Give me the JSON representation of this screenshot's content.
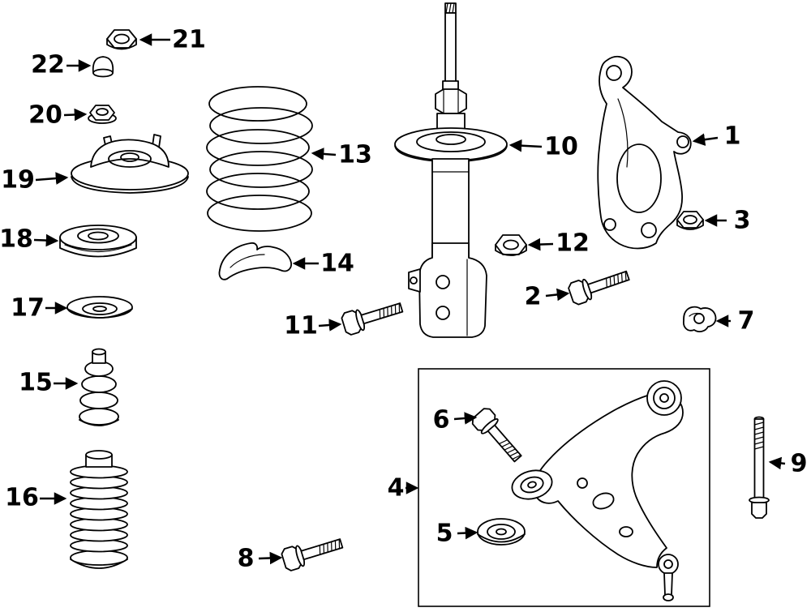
{
  "page": {
    "background": "#ffffff",
    "line_color": "#000000"
  },
  "callouts": {
    "c1": {
      "num": "1"
    },
    "c2": {
      "num": "2"
    },
    "c3": {
      "num": "3"
    },
    "c4": {
      "num": "4"
    },
    "c5": {
      "num": "5"
    },
    "c6": {
      "num": "6"
    },
    "c7": {
      "num": "7"
    },
    "c8": {
      "num": "8"
    },
    "c9": {
      "num": "9"
    },
    "c10": {
      "num": "10"
    },
    "c11": {
      "num": "11"
    },
    "c12": {
      "num": "12"
    },
    "c13": {
      "num": "13"
    },
    "c14": {
      "num": "14"
    },
    "c15": {
      "num": "15"
    },
    "c16": {
      "num": "16"
    },
    "c17": {
      "num": "17"
    },
    "c18": {
      "num": "18"
    },
    "c19": {
      "num": "19"
    },
    "c20": {
      "num": "20"
    },
    "c21": {
      "num": "21"
    },
    "c22": {
      "num": "22"
    }
  },
  "parts": {
    "c1": "steering-knuckle",
    "c2": "knuckle-bolt",
    "c3": "flange-nut",
    "c4": "lower-control-arm-assembly",
    "c5": "control-arm-bushing",
    "c6": "control-arm-bolt",
    "c7": "retainer-clip",
    "c8": "mount-bolt",
    "c9": "long-mount-bolt",
    "c10": "strut-assembly",
    "c11": "strut-bracket-bolt",
    "c12": "strut-nut",
    "c13": "coil-spring",
    "c14": "spring-seat-insulator",
    "c15": "jounce-bumper",
    "c16": "dust-boot",
    "c17": "spring-seat-washer",
    "c18": "strut-bearing",
    "c19": "strut-mount",
    "c20": "mount-flange-nut",
    "c21": "lock-nut",
    "c22": "cap"
  }
}
